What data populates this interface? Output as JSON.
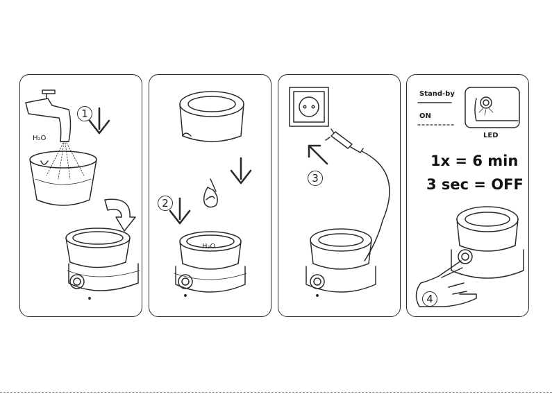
{
  "steps": [
    {
      "number": "1",
      "h2o": "H₂O"
    },
    {
      "number": "2",
      "h2o": "H₂O"
    },
    {
      "number": "3"
    },
    {
      "number": "4",
      "standby_label": "Stand-by",
      "on_label": "ON",
      "led_label": "LED",
      "instruction_1": "1x = 6 min",
      "instruction_2": "3 sec = OFF"
    }
  ],
  "icons": [
    "water-tap-icon",
    "bowl-icon",
    "curved-arrow-icon",
    "diffuser-base-icon",
    "lid-icon",
    "oil-drop-icon",
    "wall-socket-icon",
    "plug-icon",
    "finger-press-icon"
  ],
  "colors": {
    "line": "#2a2a2a",
    "background": "#ffffff"
  }
}
